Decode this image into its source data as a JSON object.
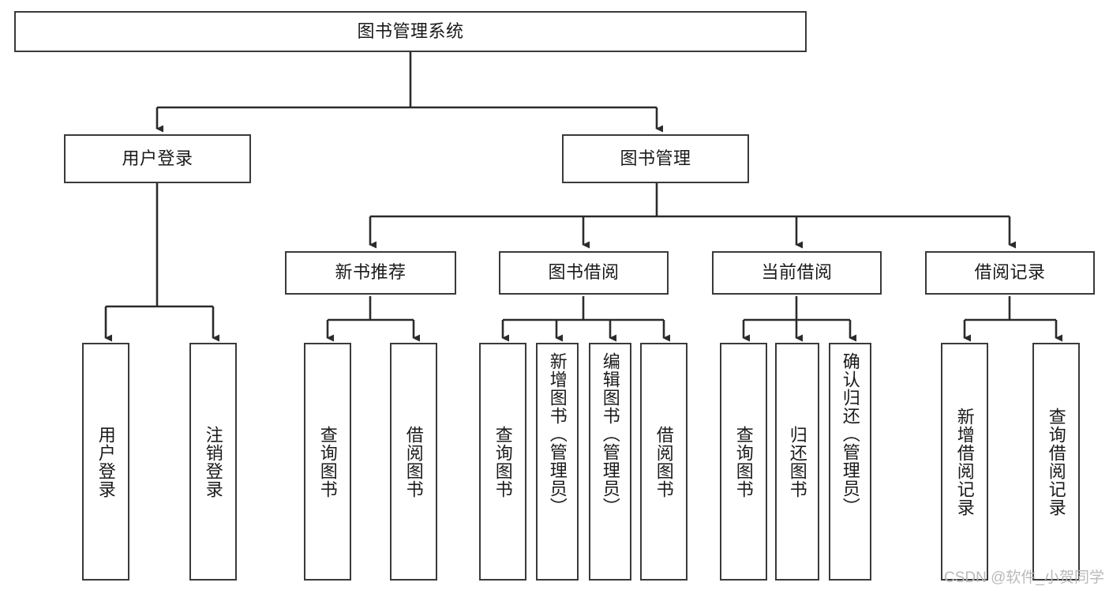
{
  "diagram": {
    "type": "tree",
    "title": "图书管理系统",
    "colors": {
      "box_border": "#3a3a3a",
      "box_fill": "#ffffff",
      "connector": "#2b2b2b",
      "text": "#1a1a1a",
      "watermark": "#b9b9b9"
    },
    "root": {
      "label": "图书管理系统"
    },
    "level2": [
      {
        "label": "用户登录"
      },
      {
        "label": "图书管理"
      }
    ],
    "level3": [
      {
        "label": "新书推荐"
      },
      {
        "label": "图书借阅"
      },
      {
        "label": "当前借阅"
      },
      {
        "label": "借阅记录"
      }
    ],
    "leaves": [
      {
        "label": "用户登录"
      },
      {
        "label": "注销登录"
      },
      {
        "label": "查询图书"
      },
      {
        "label": "借阅图书"
      },
      {
        "label": "查询图书"
      },
      {
        "label": "新增图书（管理员）"
      },
      {
        "label": "编辑图书（管理员）"
      },
      {
        "label": "借阅图书"
      },
      {
        "label": "查询图书"
      },
      {
        "label": "归还图书"
      },
      {
        "label": "确认归还（管理员）"
      },
      {
        "label": "新增借阅记录"
      },
      {
        "label": "查询借阅记录"
      }
    ]
  },
  "watermark": {
    "text": "CSDN @软件_小贺同学"
  }
}
